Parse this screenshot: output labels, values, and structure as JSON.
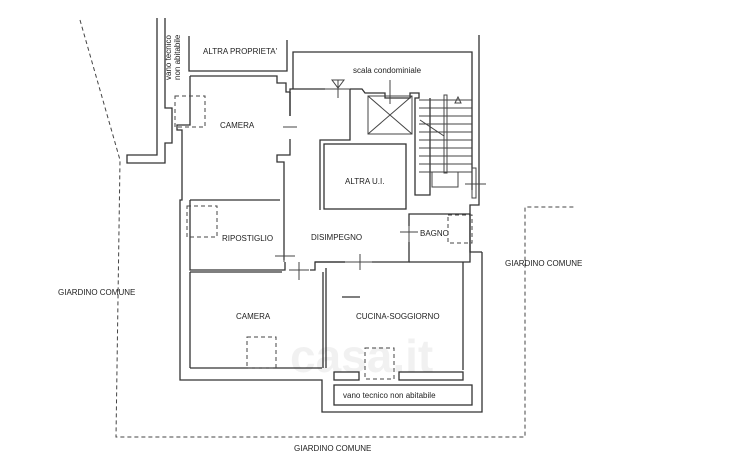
{
  "plan": {
    "rooms": {
      "camera_top": "CAMERA",
      "ripostiglio": "RIPOSTIGLIO",
      "disimpegno": "DISIMPEGNO",
      "bagno": "BAGNO",
      "camera_bottom": "CAMERA",
      "cucina": "CUCINA-SOGGIORNO",
      "altra_ui": "ALTRA U.I.",
      "altra_proprieta": "ALTRA PROPRIETA'",
      "scala": "scala condominiale",
      "vano_tecnico_bottom": "vano tecnico non abitabile",
      "vano_tecnico_left_1": "vano tecnico",
      "vano_tecnico_left_2": "non abitabile"
    },
    "garden": {
      "left": "GIARDINO COMUNE",
      "right": "GIARDINO COMUNE",
      "bottom": "GIARDINO COMUNE"
    },
    "watermark": "casa.it"
  }
}
